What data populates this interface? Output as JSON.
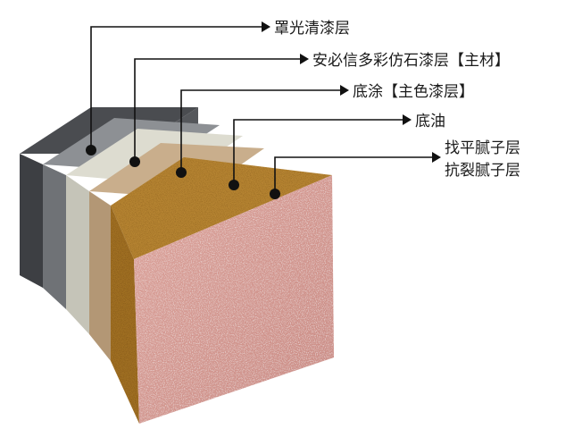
{
  "diagram": {
    "labels": [
      "罩光清漆层",
      "安必信多彩仿石漆层【主材】",
      "底涂【主色漆层】",
      "底油",
      "找平腻子层",
      "抗裂腻子层"
    ]
  },
  "colors": {
    "layer_topcoat": "#5c5e62",
    "layer_main": "#8a8d91",
    "layer_base": "#d9d8cc",
    "layer_primer": "#c8ad8a",
    "layer_putty": "#b5832d",
    "layer_face": "#d89a92",
    "leader": "#111111"
  }
}
